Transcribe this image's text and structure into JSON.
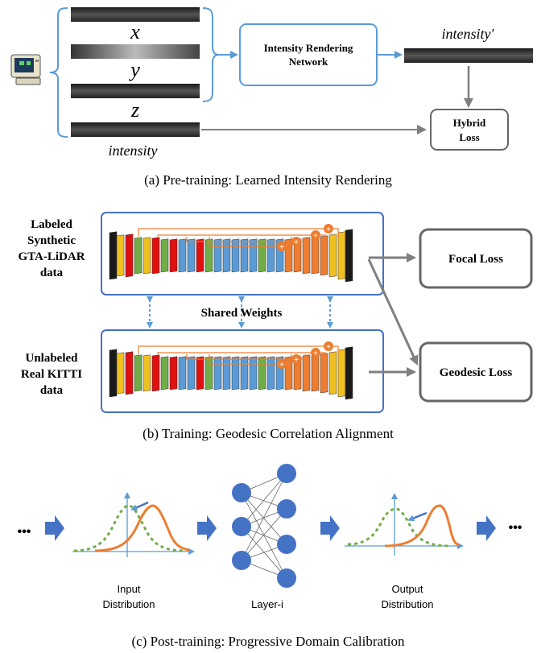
{
  "panel_a": {
    "var_x": "x",
    "var_y": "y",
    "var_z": "z",
    "intensity_in": "intensity",
    "intensity_out": "intensity′",
    "network_line1": "Intensity Rendering",
    "network_line2": "Network",
    "loss_line1": "Hybrid",
    "loss_line2": "Loss",
    "caption": "(a)  Pre-training: Learned Intensity Rendering"
  },
  "panel_b": {
    "source_label": [
      "Labeled",
      "Synthetic",
      "GTA-LiDAR",
      "data"
    ],
    "target_label": [
      "Unlabeled",
      "Real KITTI",
      "data"
    ],
    "shared": "Shared Weights",
    "focal_loss": "Focal Loss",
    "geodesic_loss": "Geodesic Loss",
    "caption": "(b)  Training: Geodesic Correlation Alignment"
  },
  "panel_c": {
    "ellipsis_left": "•••",
    "ellipsis_right": "•••",
    "input_label": [
      "Input",
      "Distribution"
    ],
    "layer_label": "Layer-i",
    "output_label": [
      "Output",
      "Distribution"
    ],
    "caption": "(c)  Post-training: Progressive Domain Calibration"
  },
  "colors": {
    "accent_blue": "#5b9bd5",
    "gray": "#7f7f7f",
    "orange": "#ed7d31",
    "green": "#70ad47",
    "node_blue": "#4472c4"
  }
}
